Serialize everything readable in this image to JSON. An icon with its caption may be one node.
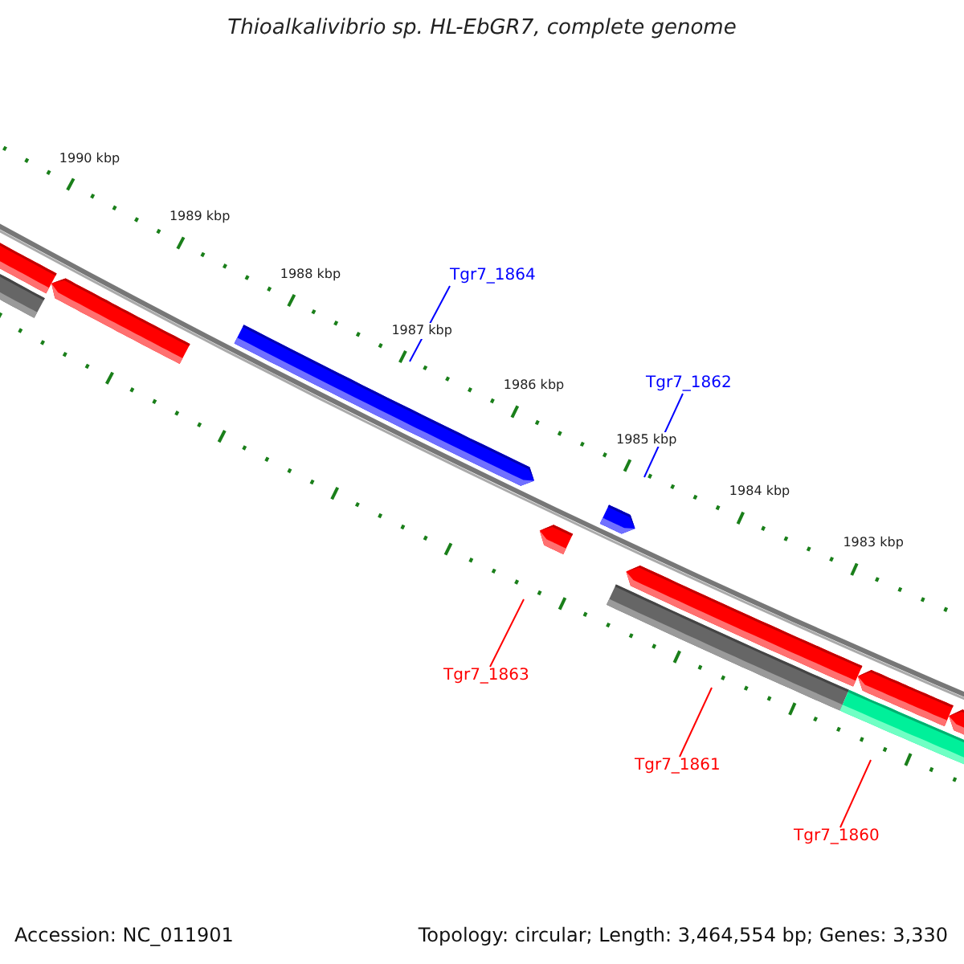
{
  "diagram": {
    "title": "Thioalkalivibrio sp. HL-EbGR7, complete genome",
    "nodes": [
      {
        "text": [
          "Tgr7_1864"
        ]
      },
      {
        "text": [
          "Tgr7_1862"
        ]
      },
      {
        "text": [
          "Tgr7_1863"
        ]
      },
      {
        "text": [
          "Tgr7_1861"
        ]
      },
      {
        "text": [
          "Tgr7_1860"
        ]
      }
    ],
    "edges": [
      {
        "from": 0,
        "to": null,
        "arrow": "none",
        "color": "#0000ff"
      },
      {
        "from": 1,
        "to": null,
        "arrow": "none",
        "color": "#0000ff"
      },
      {
        "from": 2,
        "to": null,
        "arrow": "none"
      },
      {
        "from": 3,
        "to": null,
        "arrow": "none"
      },
      {
        "from": 4,
        "to": null,
        "arrow": "none"
      }
    ],
    "labels": [
      "1990 kbp",
      "1989 kbp",
      "1988 kbp",
      "1987 kbp",
      "1986 kbp",
      "1985 kbp",
      "1984 kbp",
      "1983 kbp",
      "Accession: NC_011901",
      "Topology: circular; Length: 3,464,554 bp; Genes: 3,330"
    ]
  }
}
